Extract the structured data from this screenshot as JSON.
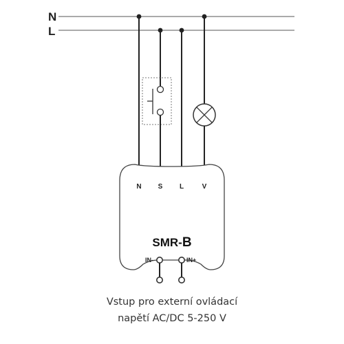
{
  "rails": {
    "neutral": "N",
    "line": "L"
  },
  "terminals": {
    "n": "N",
    "s": "S",
    "l": "L",
    "v": "V"
  },
  "device": {
    "model_prefix": "SMR-",
    "model_suffix": "B",
    "input_minus": "IN-",
    "input_plus": "IN+"
  },
  "caption": {
    "line1": "Vstup pro externí ovládací",
    "line2": "napětí AC/DC 5-250 V"
  }
}
